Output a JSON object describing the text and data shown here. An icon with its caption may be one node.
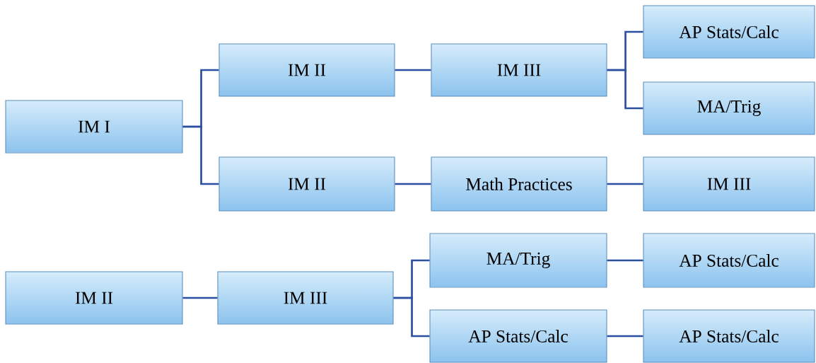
{
  "diagram": {
    "nodes": [
      {
        "text": [
          "IM I"
        ]
      },
      {
        "text": [
          "IM II"
        ]
      },
      {
        "text": [
          "IM III"
        ]
      },
      {
        "text": [
          "AP Stats/Calc"
        ]
      },
      {
        "text": [
          "MA/Trig"
        ]
      },
      {
        "text": [
          "IM II"
        ]
      },
      {
        "text": [
          "Math Practices"
        ]
      },
      {
        "text": [
          "IM III"
        ]
      },
      {
        "text": [
          "IM II"
        ]
      },
      {
        "text": [
          "IM III"
        ]
      },
      {
        "text": [
          "MA/Trig"
        ]
      },
      {
        "text": [
          "AP Stats/Calc"
        ]
      },
      {
        "text": [
          "AP Stats/Calc"
        ]
      },
      {
        "text": [
          "AP Stats/Calc"
        ]
      }
    ],
    "edges": [
      {
        "from": 0,
        "to": 1,
        "arrow": "none"
      },
      {
        "from": 0,
        "to": 5,
        "arrow": "none"
      },
      {
        "from": 1,
        "to": 2,
        "arrow": "none"
      },
      {
        "from": 2,
        "to": 3,
        "arrow": "none"
      },
      {
        "from": 2,
        "to": 4,
        "arrow": "none"
      },
      {
        "from": 5,
        "to": 6,
        "arrow": "none"
      },
      {
        "from": 6,
        "to": 7,
        "arrow": "none"
      },
      {
        "from": 8,
        "to": 9,
        "arrow": "none"
      },
      {
        "from": 9,
        "to": 10,
        "arrow": "none"
      },
      {
        "from": 9,
        "to": 12,
        "arrow": "none"
      },
      {
        "from": 10,
        "to": 11,
        "arrow": "none"
      },
      {
        "from": 12,
        "to": 13,
        "arrow": "none"
      }
    ]
  }
}
